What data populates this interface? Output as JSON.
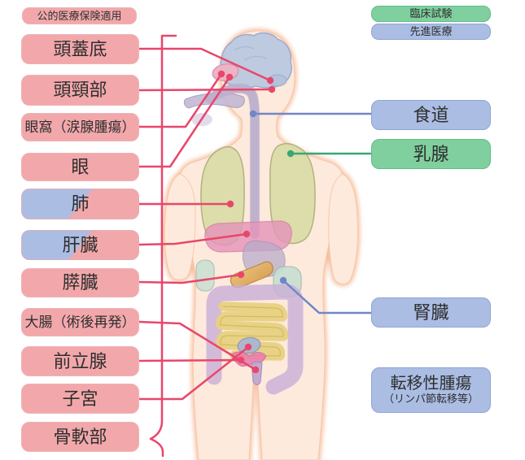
{
  "left": {
    "header": "公的医療保険適用",
    "items": [
      {
        "label": "頭蓋底"
      },
      {
        "label": "頭頸部"
      },
      {
        "label": "眼窩（涙腺腫瘍）"
      },
      {
        "label": "眼"
      },
      {
        "label": "肺"
      },
      {
        "label": "肝臓"
      },
      {
        "label": "膵臓"
      },
      {
        "label": "大腸（術後再発）"
      },
      {
        "label": "前立腺"
      },
      {
        "label": "子宮"
      },
      {
        "label": "骨軟部"
      }
    ]
  },
  "right": {
    "legend": [
      {
        "label": "臨床試験"
      },
      {
        "label": "先進医療"
      }
    ],
    "items": [
      {
        "label": "食道"
      },
      {
        "label": "乳腺"
      },
      {
        "label": "腎臓"
      },
      {
        "label": "転移性腫瘍",
        "sub": "（リンパ節転移等）"
      }
    ]
  },
  "colors": {
    "public_insurance_pink": "#f2a8ab",
    "advanced_medical_blue": "#abbde3",
    "clinical_trial_green": "#80cf9f",
    "line_red": "#e8476b",
    "line_blue": "#7186c6",
    "line_green": "#38a873"
  }
}
